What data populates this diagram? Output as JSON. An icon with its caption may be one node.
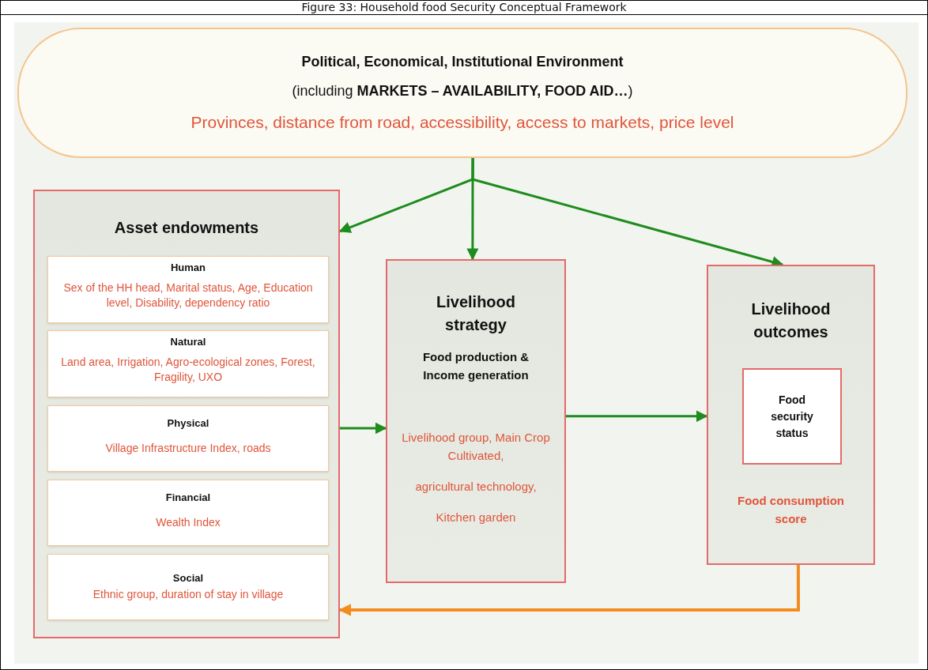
{
  "diagram": {
    "title": "Figure 33: Household food Security Conceptual Framework",
    "nodes": [
      {
        "text": [
          "Political, Economical, Institutional Environment",
          "(including **MARKETS – AVAILABILITY, FOOD AID…**)",
          "Provinces, distance from road, accessibility, access to markets, price level"
        ]
      },
      {
        "text": [
          "Asset endowments"
        ]
      },
      {
        "text": [
          "Human",
          "Sex of the HH head, Marital status, Age, Education level, Disability, dependency ratio"
        ],
        "in": 1
      },
      {
        "text": [
          "Natural",
          "Land area, Irrigation, Agro-ecological zones, Forest, Fragility, UXO"
        ],
        "in": 1
      },
      {
        "text": [
          "Physical",
          "Village Infrastructure Index, roads"
        ],
        "in": 1
      },
      {
        "text": [
          "Financial",
          "Wealth Index"
        ],
        "in": 1
      },
      {
        "text": [
          "Social",
          "Ethnic group, duration of stay in village"
        ],
        "in": 1
      },
      {
        "text": [
          "Livelihood strategy",
          "Food production & Income generation",
          "Livelihood group, Main Crop Cultivated,",
          "agricultural technology,",
          "Kitchen garden"
        ]
      },
      {
        "text": [
          "Livelihood outcomes",
          "Food consumption score"
        ]
      },
      {
        "text": [
          "Food security status"
        ],
        "in": 8
      }
    ],
    "edges": [
      {
        "from": 0,
        "to": 1,
        "arrow": "to"
      },
      {
        "from": 0,
        "to": 7,
        "arrow": "to"
      },
      {
        "from": 0,
        "to": 8,
        "arrow": "to"
      },
      {
        "from": 1,
        "to": 7,
        "arrow": "to"
      },
      {
        "from": 7,
        "to": 8,
        "arrow": "to"
      },
      {
        "from": 8,
        "to": 1,
        "arrow": "to",
        "color": "#f28c1e"
      }
    ]
  }
}
